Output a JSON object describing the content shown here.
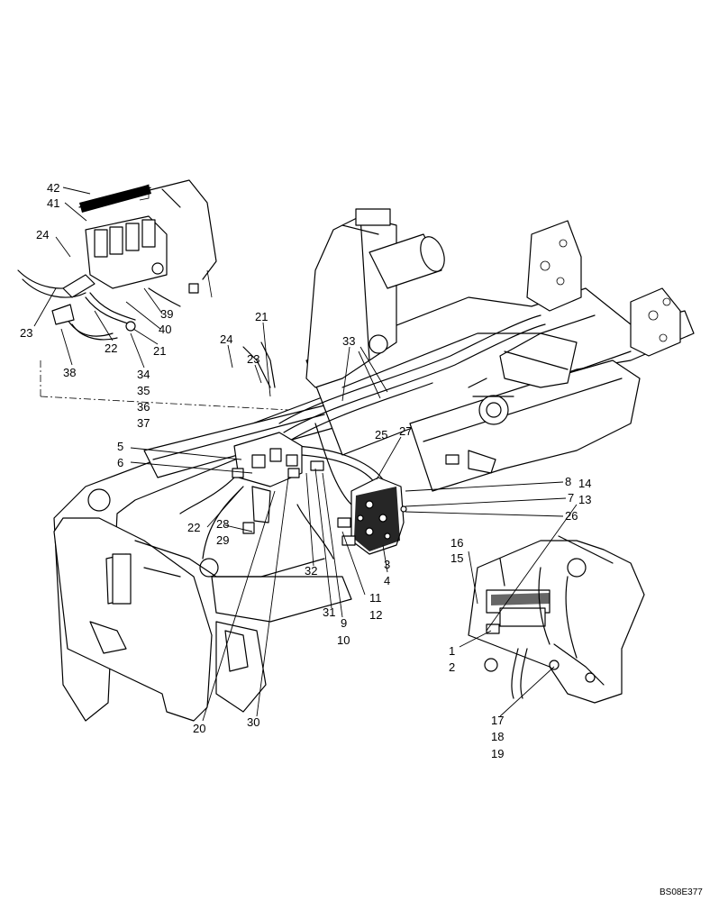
{
  "reference_code": "BS08E377",
  "callouts": [
    {
      "id": "c42",
      "text": "42"
    },
    {
      "id": "c41",
      "text": "41"
    },
    {
      "id": "c24a",
      "text": "24"
    },
    {
      "id": "c23a",
      "text": "23"
    },
    {
      "id": "c22a",
      "text": "22"
    },
    {
      "id": "c38",
      "text": "38"
    },
    {
      "id": "c39",
      "text": "39"
    },
    {
      "id": "c40",
      "text": "40"
    },
    {
      "id": "c21a",
      "text": "21"
    },
    {
      "id": "c34",
      "text": "34"
    },
    {
      "id": "c35",
      "text": "35"
    },
    {
      "id": "c36",
      "text": "36"
    },
    {
      "id": "c37",
      "text": "37"
    },
    {
      "id": "c21b",
      "text": "21"
    },
    {
      "id": "c24b",
      "text": "24"
    },
    {
      "id": "c23b",
      "text": "23"
    },
    {
      "id": "c33",
      "text": "33"
    },
    {
      "id": "c27",
      "text": "27"
    },
    {
      "id": "c25",
      "text": "25"
    },
    {
      "id": "c5",
      "text": "5"
    },
    {
      "id": "c6",
      "text": "6"
    },
    {
      "id": "c8",
      "text": "8"
    },
    {
      "id": "c7",
      "text": "7"
    },
    {
      "id": "c26",
      "text": "26"
    },
    {
      "id": "c14",
      "text": "14"
    },
    {
      "id": "c13",
      "text": "13"
    },
    {
      "id": "c22b",
      "text": "22"
    },
    {
      "id": "c28",
      "text": "28"
    },
    {
      "id": "c29",
      "text": "29"
    },
    {
      "id": "c32",
      "text": "32"
    },
    {
      "id": "c3",
      "text": "3"
    },
    {
      "id": "c4",
      "text": "4"
    },
    {
      "id": "c11",
      "text": "11"
    },
    {
      "id": "c12",
      "text": "12"
    },
    {
      "id": "c31",
      "text": "31"
    },
    {
      "id": "c9",
      "text": "9"
    },
    {
      "id": "c10",
      "text": "10"
    },
    {
      "id": "c16",
      "text": "16"
    },
    {
      "id": "c15",
      "text": "15"
    },
    {
      "id": "c1",
      "text": "1"
    },
    {
      "id": "c2",
      "text": "2"
    },
    {
      "id": "c17",
      "text": "17"
    },
    {
      "id": "c18",
      "text": "18"
    },
    {
      "id": "c19",
      "text": "19"
    },
    {
      "id": "c20",
      "text": "20"
    },
    {
      "id": "c30",
      "text": "30"
    }
  ]
}
